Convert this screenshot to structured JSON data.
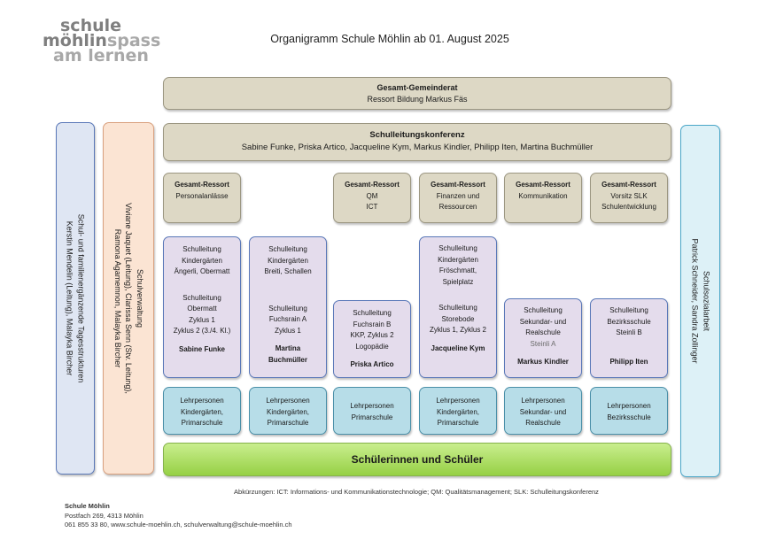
{
  "logo": {
    "line1": "schule",
    "line2a": "möhlin",
    "line2b": "spass",
    "line3": "am lernen"
  },
  "title": "Organigramm Schule Möhlin ab 01. August 2025",
  "gemeinderat": {
    "title": "Gesamt-Gemeinderat",
    "sub": "Ressort Bildung Markus Fäs"
  },
  "konferenz": {
    "title": "Schulleitungskonferenz",
    "sub": "Sabine Funke, Priska Artico, Jacqueline Kym, Markus Kindler, Philipp Iten, Martina Buchmüller"
  },
  "ressorts": [
    {
      "title": "Gesamt-Ressort",
      "lines": [
        "Personalanlässe"
      ]
    },
    {
      "title": "Gesamt-Ressort",
      "lines": [
        "QM",
        "ICT"
      ]
    },
    {
      "title": "Gesamt-Ressort",
      "lines": [
        "Finanzen und",
        "Ressourcen"
      ]
    },
    {
      "title": "Gesamt-Ressort",
      "lines": [
        "Kommunikation"
      ]
    },
    {
      "title": "Gesamt-Ressort",
      "lines": [
        "Vorsitz SLK",
        "Schulentwicklung"
      ]
    }
  ],
  "leitungen": {
    "funke": {
      "top": [
        "Schulleitung",
        "Kindergärten",
        "Ängerli, Obermatt"
      ],
      "mid": [
        "Schulleitung",
        "Obermatt",
        "Zyklus 1",
        "Zyklus 2 (3./4. Kl.)"
      ],
      "name": "Sabine Funke"
    },
    "buchmueller": {
      "top": [
        "Schulleitung",
        "Kindergärten",
        "Breiti, Schallen"
      ],
      "mid": [
        "Schulleitung",
        "Fuchsrain A",
        "Zyklus 1"
      ],
      "name1": "Martina",
      "name2": "Buchmüller"
    },
    "artico": {
      "mid": [
        "Schulleitung",
        "Fuchsrain B",
        "KKP, Zyklus 2",
        "Logopädie"
      ],
      "name": "Priska Artico"
    },
    "kym": {
      "top": [
        "Schulleitung",
        "Kindergärten",
        "Fröschmatt,",
        "Spielplatz"
      ],
      "mid": [
        "Schulleitung",
        "Storebode",
        "Zyklus 1, Zyklus 2"
      ],
      "name": "Jacqueline Kym"
    },
    "kindler": {
      "mid": [
        "Schulleitung",
        "Sekundar- und",
        "Realschule"
      ],
      "grey": "Steinli A",
      "name": "Markus Kindler"
    },
    "iten": {
      "mid": [
        "Schulleitung",
        "Bezirksschule",
        "Steinli B"
      ],
      "name": "Philipp Iten"
    }
  },
  "lehrpersonen": [
    [
      "Lehrpersonen",
      "Kindergärten,",
      "Primarschule"
    ],
    [
      "Lehrpersonen",
      "Kindergärten,",
      "Primarschule"
    ],
    [
      "Lehrpersonen",
      "Primarschule"
    ],
    [
      "Lehrpersonen",
      "Kindergärten,",
      "Primarschule"
    ],
    [
      "Lehrpersonen",
      "Sekundar- und",
      "Realschule"
    ],
    [
      "Lehrpersonen",
      "Bezirksschule"
    ]
  ],
  "schueler": "Schülerinnen und Schüler",
  "side": {
    "left1": [
      "Schul- und familienergänzende Tagesstrukturen",
      "Kerstin Mendelin (Leitung), Malayka Bircher"
    ],
    "left2": [
      "Schulverwaltung",
      "Viviane Jaquet (Leitung), Clarissa Senn (Stv. Leitung),",
      "Ramona Agamemnon, Malayka Bircher"
    ],
    "right": [
      "Schulsozialarbeit",
      "Patrick Schneider, Sandra Zollinger"
    ]
  },
  "abbreviations": "Abkürzungen: ICT: Informations- und Kommunikationstechnologie; QM: Qualitätsmanagement; SLK: Schulleitungskonferenz",
  "footer": {
    "name": "Schule Möhlin",
    "address": "Postfach 269, 4313 Möhlin",
    "contact": "061 855 33 80, www.schule-moehlin.ch, schulverwaltung@schule-moehlin.ch"
  },
  "colors": {
    "beige": "#ddd8c5",
    "lavender": "#e4dcec",
    "cyan": "#b7dde8",
    "green": "#96d045"
  }
}
